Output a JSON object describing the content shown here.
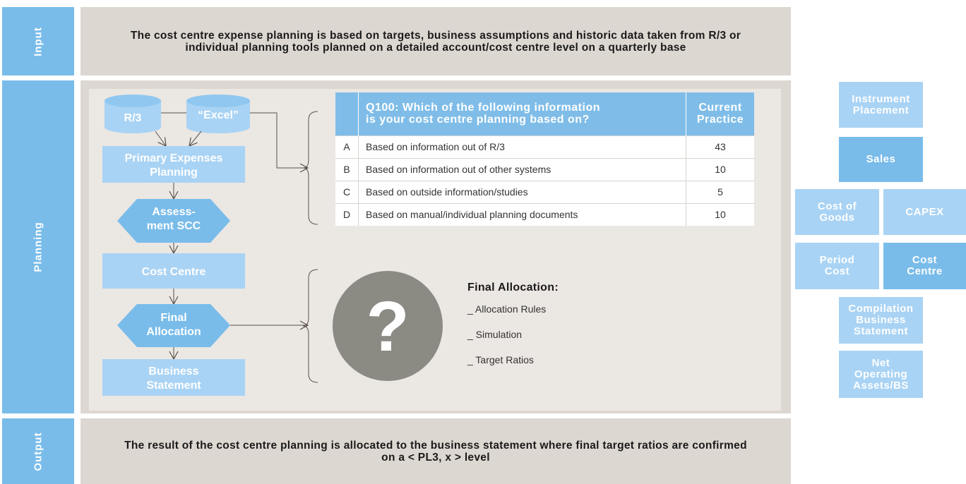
{
  "sections": {
    "input_label": "Input",
    "planning_label": "Planning",
    "output_label": "Output"
  },
  "input_text": "The cost centre expense planning is based on targets, business assumptions and historic data taken from R/3 or individual planning tools planned on a detailed account/cost centre level on a quarterly base",
  "output_text": "The result of the cost centre planning is allocated to the business statement where final target ratios are confirmed on a < PL3, x > level",
  "flow": {
    "db1": "R/3",
    "db2": "“Excel”",
    "primary_line1": "Primary Expenses",
    "primary_line2": "Planning",
    "assessment_line1": "Assess-",
    "assessment_line2": "ment SCC",
    "cost_centre": "Cost Centre",
    "final_line1": "Final",
    "final_line2": "Allocation",
    "business_line1": "Business",
    "business_line2": "Statement"
  },
  "table": {
    "question_line1": "Q100: Which of the following information",
    "question_line2": "is your cost centre planning based on?",
    "col_header_line1": "Current",
    "col_header_line2": "Practice",
    "rows": [
      {
        "letter": "A",
        "text": "Based on information out of R/3",
        "value": "43"
      },
      {
        "letter": "B",
        "text": "Based on information out of other systems",
        "value": "10"
      },
      {
        "letter": "C",
        "text": "Based on outside information/studies",
        "value": "5"
      },
      {
        "letter": "D",
        "text": "Based on manual/individual planning documents",
        "value": "10"
      }
    ]
  },
  "final_allocation": {
    "question_mark": "?",
    "title": "Final Allocation:",
    "items": [
      "_ Allocation Rules",
      "_ Simulation",
      "_ Target Ratios"
    ]
  },
  "right_stack": {
    "instrument": "Instrument Placement",
    "sales": "Sales",
    "cost_of_goods": "Cost of Goods",
    "capex": "CAPEX",
    "period_cost": "Period Cost",
    "cost_centre": "Cost Centre",
    "compilation": "Compilation Business Statement",
    "net_operating": "Net Operating Assets/BS"
  },
  "colors": {
    "dark_blue": "#79bcea",
    "light_blue": "#a9d3f4",
    "panel_gray": "#ddd7d1",
    "inner_gray": "#ebe7e3",
    "circle_gray": "#8b8a83",
    "arrow": "#5a5148"
  }
}
